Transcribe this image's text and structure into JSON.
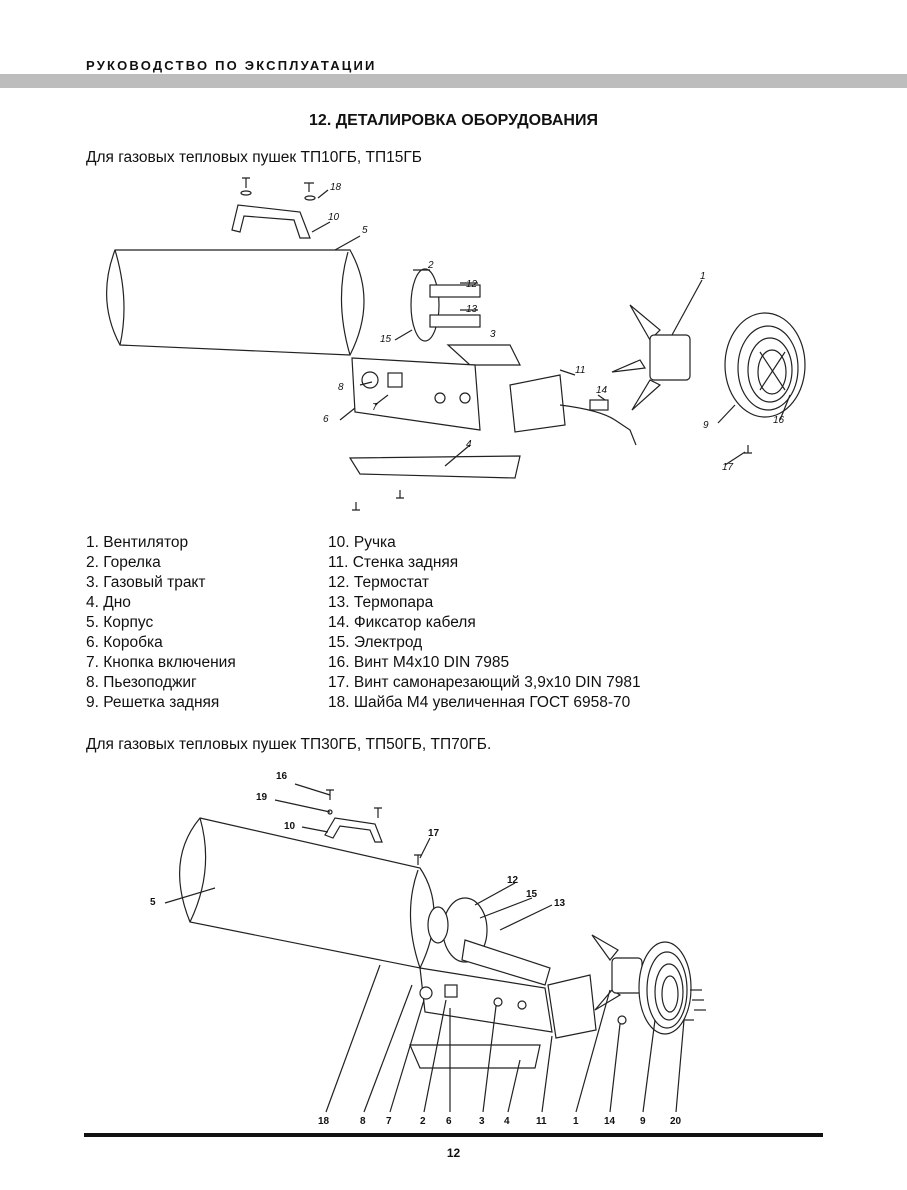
{
  "header": {
    "text": "РУКОВОДСТВО ПО ЭКСПЛУАТАЦИИ"
  },
  "section_title": "12. ДЕТАЛИРОВКА ОБОРУДОВАНИЯ",
  "subtitle_1": "Для газовых тепловых пушек ТП10ГБ, ТП15ГБ",
  "subtitle_2": "Для газовых тепловых пушек ТП30ГБ, ТП50ГБ, ТП70ГБ.",
  "parts_left": [
    "1. Вентилятор",
    "2. Горелка",
    "3. Газовый тракт",
    "4. Дно",
    "5. Корпус",
    "6. Коробка",
    "7. Кнопка включения",
    "8. Пьезоподжиг",
    "9. Решетка задняя"
  ],
  "parts_right": [
    "10. Ручка",
    "11. Стенка задняя",
    "12. Термостат",
    "13. Термопара",
    "14. Фиксатор кабеля",
    "15. Электрод",
    "16. Винт М4х10 DIN 7985",
    "17. Винт самонарезающий 3,9х10 DIN 7981",
    "18. Шайба М4 увеличенная ГОСТ 6958-70"
  ],
  "diagram1_callouts": [
    "1",
    "2",
    "3",
    "4",
    "5",
    "6",
    "7",
    "8",
    "9",
    "10",
    "11",
    "12",
    "13",
    "14",
    "15",
    "16",
    "17",
    "18"
  ],
  "diagram2_callouts": [
    "16",
    "19",
    "10",
    "17",
    "5",
    "12",
    "15",
    "13",
    "18",
    "8",
    "7",
    "2",
    "6",
    "3",
    "4",
    "11",
    "1",
    "14",
    "9",
    "20"
  ],
  "page_number": "12"
}
